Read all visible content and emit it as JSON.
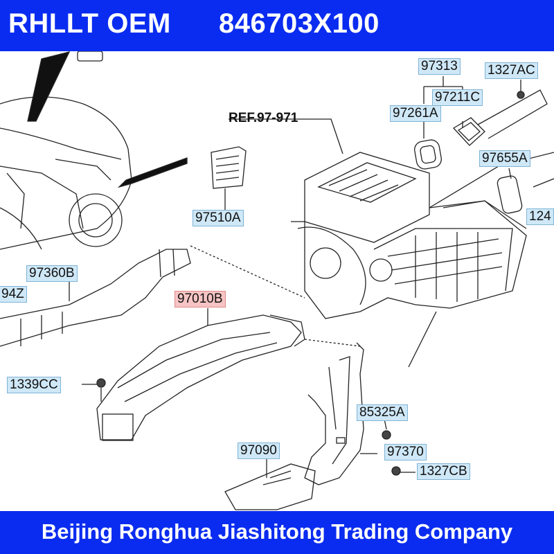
{
  "header": {
    "brand": "RHLLT OEM",
    "part_number": "846703X100"
  },
  "footer": {
    "company": "Beijing Ronghua Jiashitong Trading Company"
  },
  "diagram": {
    "reference": "REF.97-971",
    "labels": {
      "p97313": "97313",
      "p1327AC": "1327AC",
      "p97211C": "97211C",
      "p97261A": "97261A",
      "p97655A": "97655A",
      "p124": "124",
      "p97510A": "97510A",
      "p97360B": "97360B",
      "p94Z": "94Z",
      "p97010B": "97010B",
      "p1339CC": "1339CC",
      "p85325A": "85325A",
      "p97370": "97370",
      "p97090": "97090",
      "p1327CB": "1327CB"
    }
  },
  "colors": {
    "banner": "#0a2cf0",
    "label_bg": "#cfe8f7",
    "highlight_bg": "#f7c4c4"
  }
}
